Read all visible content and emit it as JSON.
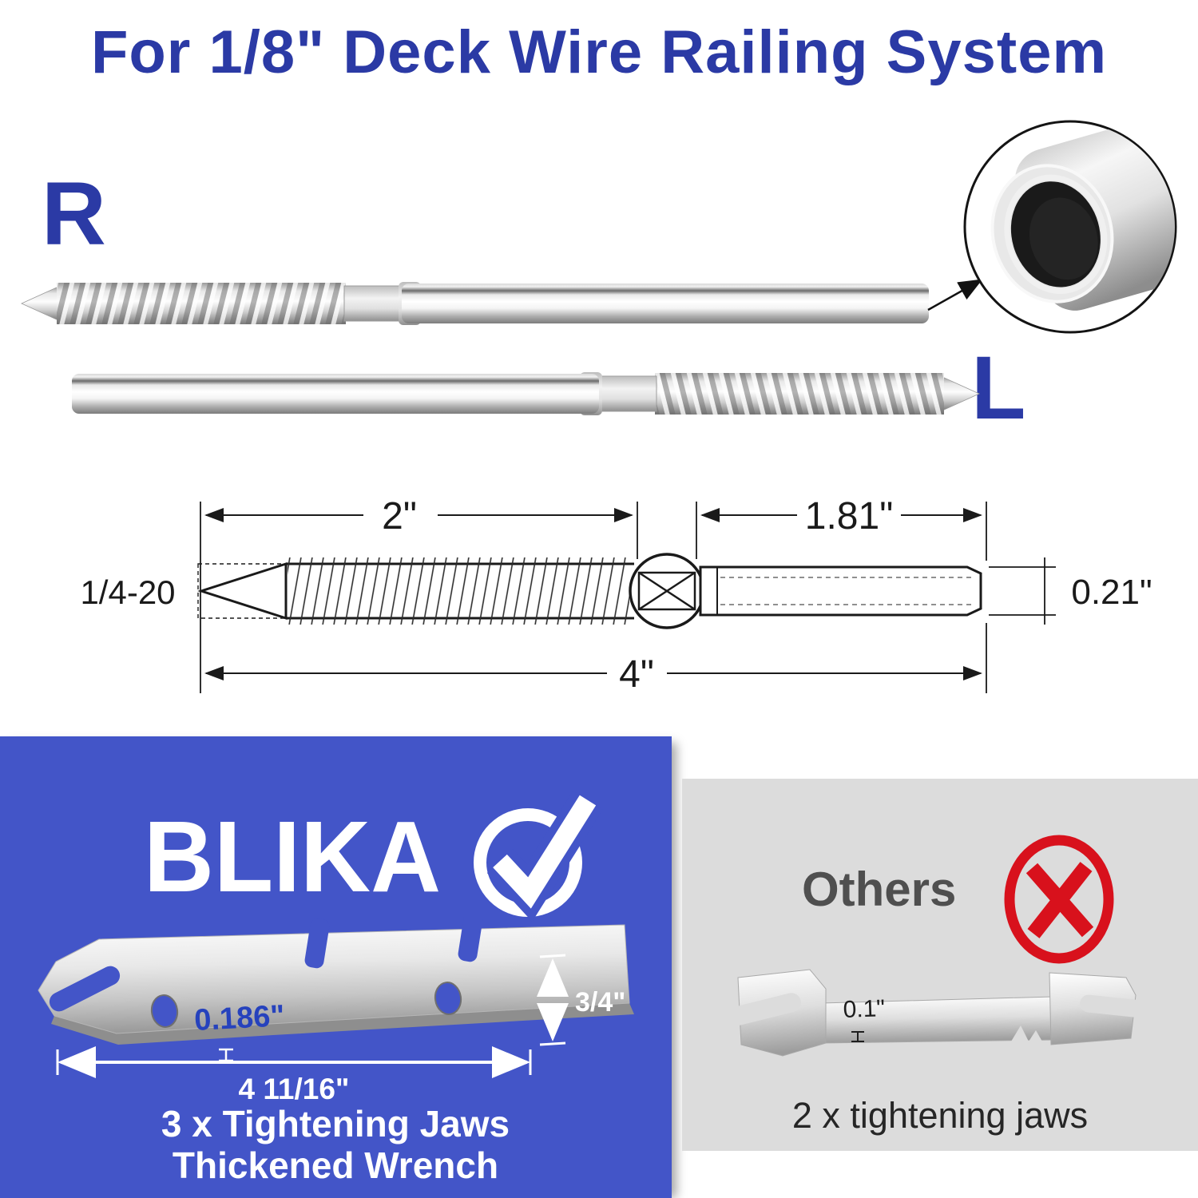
{
  "title": "For 1/8\" Deck Wire Railing System",
  "screws": {
    "right_label": "R",
    "left_label": "L"
  },
  "diagram": {
    "thread_spec": "1/4-20",
    "thread_length": "2\"",
    "shaft_length": "1.81\"",
    "shaft_diameter": "0.21\"",
    "overall_length": "4\""
  },
  "brand_panel": {
    "brand": "BLIKA",
    "wrench": {
      "thickness": "0.186\"",
      "width": "3/4\"",
      "length": "4 11/16\""
    },
    "caption_line1": "3 x Tightening Jaws",
    "caption_line2": "Thickened Wrench"
  },
  "others_panel": {
    "label": "Others",
    "wrench": {
      "thickness": "0.1\""
    },
    "caption": "2 x tightening jaws"
  },
  "colors": {
    "accent_blue": "#2b3aa5",
    "panel_blue": "#4355c8",
    "panel_gray": "#dcdcdc",
    "alert_red": "#d8111c"
  }
}
